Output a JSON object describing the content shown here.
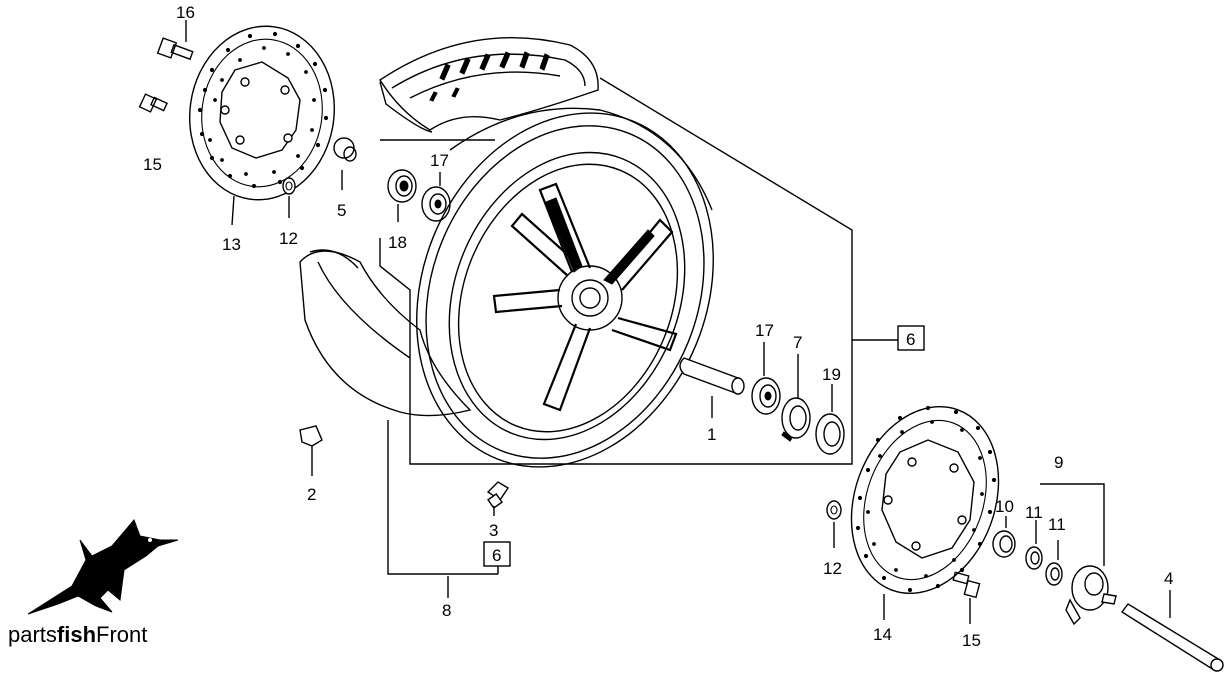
{
  "labels": {
    "p1": "1",
    "p2": "2",
    "p3": "3",
    "p4": "4",
    "p5": "5",
    "p6a": "6",
    "p6b": "6",
    "p7": "7",
    "p8": "8",
    "p9": "9",
    "p10": "10",
    "p11a": "11",
    "p11b": "11",
    "p12a": "12",
    "p12b": "12",
    "p13": "13",
    "p14": "14",
    "p15a": "15",
    "p15b": "15",
    "p16": "16",
    "p17a": "17",
    "p17b": "17",
    "p18": "18",
    "p19": "19"
  },
  "brand": {
    "part1": "parts",
    "part2": "fish",
    "part3": "Front"
  },
  "logo_icon": "swordfish-logo-icon"
}
